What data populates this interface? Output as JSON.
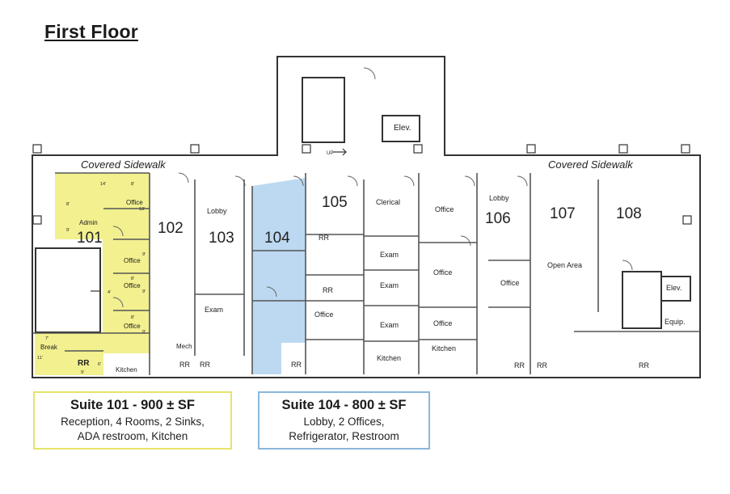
{
  "title": "First Floor",
  "sidewalk_labels": [
    "Covered Sidewalk",
    "Covered Sidewalk"
  ],
  "suite_numbers": [
    "101",
    "102",
    "103",
    "104",
    "105",
    "106",
    "107",
    "108"
  ],
  "rooms": {
    "admin": "Admin",
    "office": "Office",
    "break": "Break",
    "rr": "RR",
    "kitchen": "Kitchen",
    "lobby": "Lobby",
    "exam": "Exam",
    "mech": "Mech",
    "clerical": "Clerical",
    "open_area": "Open Area",
    "elev": "Elev.",
    "equip": "Equip.",
    "up": "UP"
  },
  "dimensions": [
    "14'",
    "8'",
    "13'",
    "8'",
    "9'",
    "9'",
    "8'",
    "9'",
    "8'",
    "9'",
    "7'",
    "11'",
    "9'",
    "6'",
    "4'"
  ],
  "legend": [
    {
      "title": "Suite 101 -  900 ± SF",
      "lines": [
        "Reception, 4 Rooms, 2 Sinks,",
        "ADA restroom, Kitchen"
      ],
      "color": "#f2f08f"
    },
    {
      "title": "Suite 104 - 800 ± SF",
      "lines": [
        "Lobby, 2 Offices,",
        "Refrigerator, Restroom"
      ],
      "color": "#bcd9f1"
    }
  ]
}
